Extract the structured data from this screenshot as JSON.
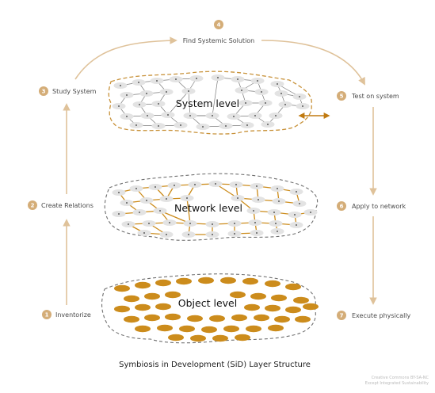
{
  "steps": [
    {
      "number": "1",
      "label": "Inventorize"
    },
    {
      "number": "2",
      "label": "Create Relations"
    },
    {
      "number": "3",
      "label": "Study System"
    },
    {
      "number": "4",
      "label": "Find Systemic Solution"
    },
    {
      "number": "5",
      "label": "Test on system"
    },
    {
      "number": "6",
      "label": "Apply to network"
    },
    {
      "number": "7",
      "label": "Execute physically"
    }
  ],
  "levels": {
    "system": "System level",
    "network": "Network level",
    "object": "Object level"
  },
  "caption": "Symbiosis in Development (SiD) Layer Structure",
  "credit": {
    "line1": "Creative Commons BY-SA-NC",
    "line2": "Except Integrated Sustainability"
  },
  "colors": {
    "accent": "#d9b98a",
    "badge": "#d4ad78",
    "orange": "#cc8c1c",
    "system_outline": "#c8923a",
    "gray_outline": "#6f6f6f",
    "node_gray": "#e3e3e3"
  }
}
